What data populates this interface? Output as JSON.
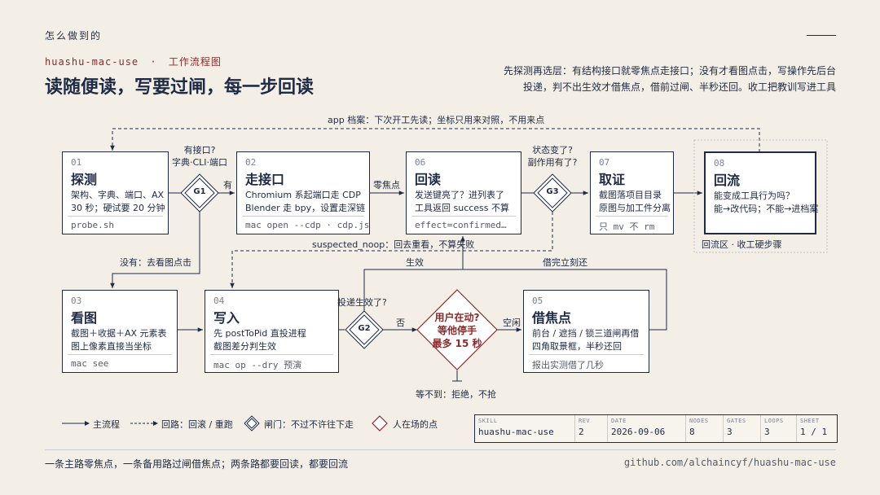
{
  "header": {
    "section": "怎么做到的",
    "kicker_name": "huashu-mac-use",
    "kicker_dot": "·",
    "kicker_rest": "工作流程图",
    "title": "读随便读，写要过闸，每一步回读",
    "intro_line1": "先探测再选层：有结构接口就零焦点走接口；没有才看图点击，写操作先后台",
    "intro_line2": "投递，判不出生效才借焦点，借前过闸、半秒还回。收工把教训写进工具"
  },
  "nodes": [
    {
      "num": "01",
      "title": "探测",
      "desc1": "架构、字典、端口、AX",
      "desc2": "30 秒；硬试要 20 分钟",
      "cmd": "probe.sh"
    },
    {
      "num": "02",
      "title": "走接口",
      "desc1": "Chromium 系起端口走 CDP",
      "desc2": "Blender 走 bpy，设置走深链",
      "cmd": "mac open --cdp · cdp.js"
    },
    {
      "num": "06",
      "title": "回读",
      "desc1": "发送键亮了？进列表了",
      "desc2": "工具返回 success 不算",
      "cmd": "effect=confirmed…"
    },
    {
      "num": "07",
      "title": "取证",
      "desc1": "截图落项目目录",
      "desc2": "原图与加工件分离",
      "cmd": "只 mv 不 rm"
    },
    {
      "num": "08",
      "title": "回流",
      "desc1": "能变成工具行为吗？",
      "desc2": "能→改代码；不能→进档案",
      "cmd": ""
    },
    {
      "num": "03",
      "title": "看图",
      "desc1": "截图＋收据＋AX 元素表",
      "desc2": "图上像素直接当坐标",
      "cmd": "mac see"
    },
    {
      "num": "04",
      "title": "写入",
      "desc1": "先 postToPid 直投进程",
      "desc2": "截图差分判生效",
      "cmd": "mac op --dry 预演"
    },
    {
      "num": "05",
      "title": "借焦点",
      "desc1": "前台 / 遮挡 / 锁三道闸再借",
      "desc2": "四角取景框，半秒还回",
      "cmd": "报出实测借了几秒"
    }
  ],
  "gates": {
    "g1": "G1",
    "g2": "G2",
    "g3": "G3"
  },
  "human": {
    "line1": "用户在动?",
    "line2": "等他停手",
    "line3": "最多 15 秒"
  },
  "labels": {
    "archive": "app 档案：下次开工先读；坐标只用来对照，不用来点",
    "g1_q1": "有接口?",
    "g1_q2": "字典·CLI·端口",
    "yes": "有",
    "zero_focus": "零焦点",
    "g3_q1": "状态变了?",
    "g3_q2": "副作用有了?",
    "loop_zone": "回流区 · 收工硬步骤",
    "suspected": "suspected_noop：回去重看，不算失败",
    "no_see": "没有：去看图点击",
    "effective": "生效",
    "return_now": "借完立刻还",
    "g2_q": "投递生效了?",
    "no": "否",
    "idle": "空闲",
    "timeout": "等不到：拒绝，不抢"
  },
  "legend": {
    "main": "主流程",
    "loop": "回路：回滚 / 重跑",
    "gate": "闸门：不过不许往下走",
    "human": "人在场的点"
  },
  "meta": [
    {
      "k": "SKILL",
      "v": "huashu-mac-use"
    },
    {
      "k": "REV",
      "v": "2"
    },
    {
      "k": "DATE",
      "v": "2026-09-06"
    },
    {
      "k": "NODES",
      "v": "8"
    },
    {
      "k": "GATES",
      "v": "3"
    },
    {
      "k": "LOOPS",
      "v": "3"
    },
    {
      "k": "SHEET",
      "v": "1 / 1"
    }
  ],
  "footer": {
    "note": "一条主路零焦点，一条备用路过闸借焦点；两条路都要回读，都要回流",
    "link": "github.com/alchaincyf/huashu-mac-use"
  },
  "colors": {
    "background": "#f3efe7",
    "navy": "#1f2a44",
    "accent_red": "#8b2a2a"
  }
}
